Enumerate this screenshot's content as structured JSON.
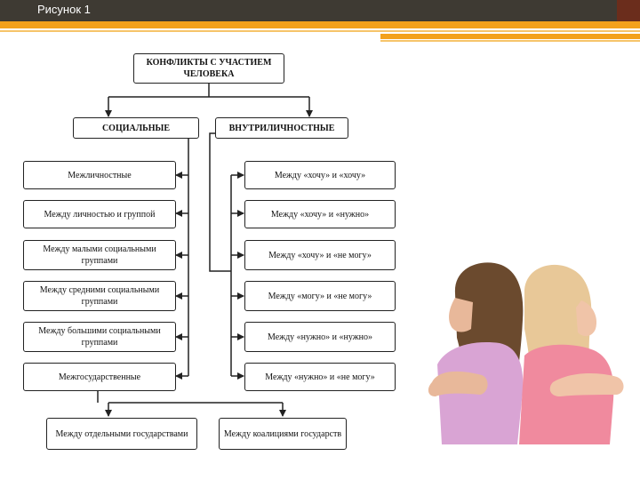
{
  "slide": {
    "title": "Рисунок 1"
  },
  "diagram": {
    "root": "КОНФЛИКТЫ С УЧАСТИЕМ ЧЕЛОВЕКА",
    "social": {
      "label": "СОЦИАЛЬНЫЕ",
      "items": [
        "Межличностные",
        "Между личностью и группой",
        "Между малыми социальными группами",
        "Между средними социальными группами",
        "Между большими социальными группами",
        "Межгосударственные"
      ],
      "interstate": [
        "Между отдельными государствами",
        "Между коалициями государств"
      ]
    },
    "internal": {
      "label": "ВНУТРИЛИЧНОСТНЫЕ",
      "items": [
        "Между «хочу» и «хочу»",
        "Между «хочу» и «нужно»",
        "Между «хочу» и «не могу»",
        "Между «могу» и «не могу»",
        "Между «нужно» и «нужно»",
        "Между «нужно» и «не могу»"
      ]
    }
  },
  "colors": {
    "header": "#3e3a33",
    "accent_orange": "#f3a11c",
    "accent_dark_red": "#6b2d1c"
  }
}
